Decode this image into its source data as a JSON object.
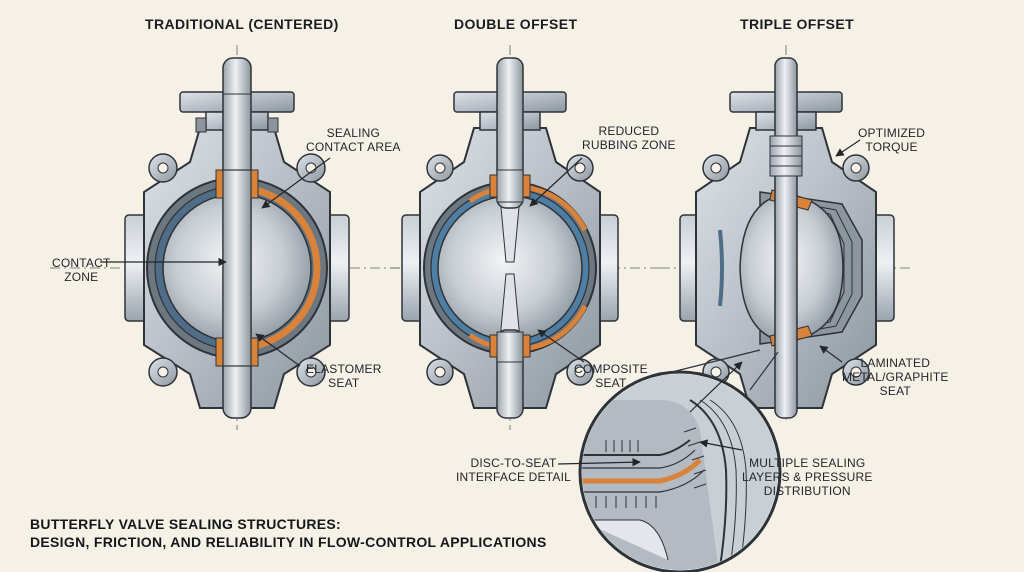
{
  "headings": {
    "traditional": "TRADITIONAL (CENTERED)",
    "double_offset": "DOUBLE OFFSET",
    "triple_offset": "TRIPLE OFFSET"
  },
  "callouts": {
    "sealing_contact_area": "SEALING\nCONTACT AREA",
    "contact_zone": "CONTACT\nZONE",
    "elastomer_seat": "ELASTOMER\nSEAT",
    "reduced_rubbing_zone": "REDUCED\nRUBBING ZONE",
    "composite_seat": "COMPOSITE\nSEAT",
    "optimized_torque": "OPTIMIZED\nTORQUE",
    "laminated_seat": "LAMINATED\nMETAL/GRAPHITE\nSEAT",
    "disc_to_seat": "DISC-TO-SEAT\nINTERFACE DETAIL",
    "multiple_sealing": "MULTIPLE SEALING\nLAYERS & PRESSURE\nDISTRIBUTION"
  },
  "title": {
    "line1": "BUTTERFLY VALVE SEALING STRUCTURES:",
    "line2": "DESIGN, FRICTION, AND RELIABILITY IN FLOW-CONTROL APPLICATIONS"
  },
  "colors": {
    "background": "#f6f1e6",
    "metal": "#b8bfc6",
    "metal_dark": "#7d868f",
    "seat_orange": "#d9823a",
    "outline": "#2e3338"
  }
}
